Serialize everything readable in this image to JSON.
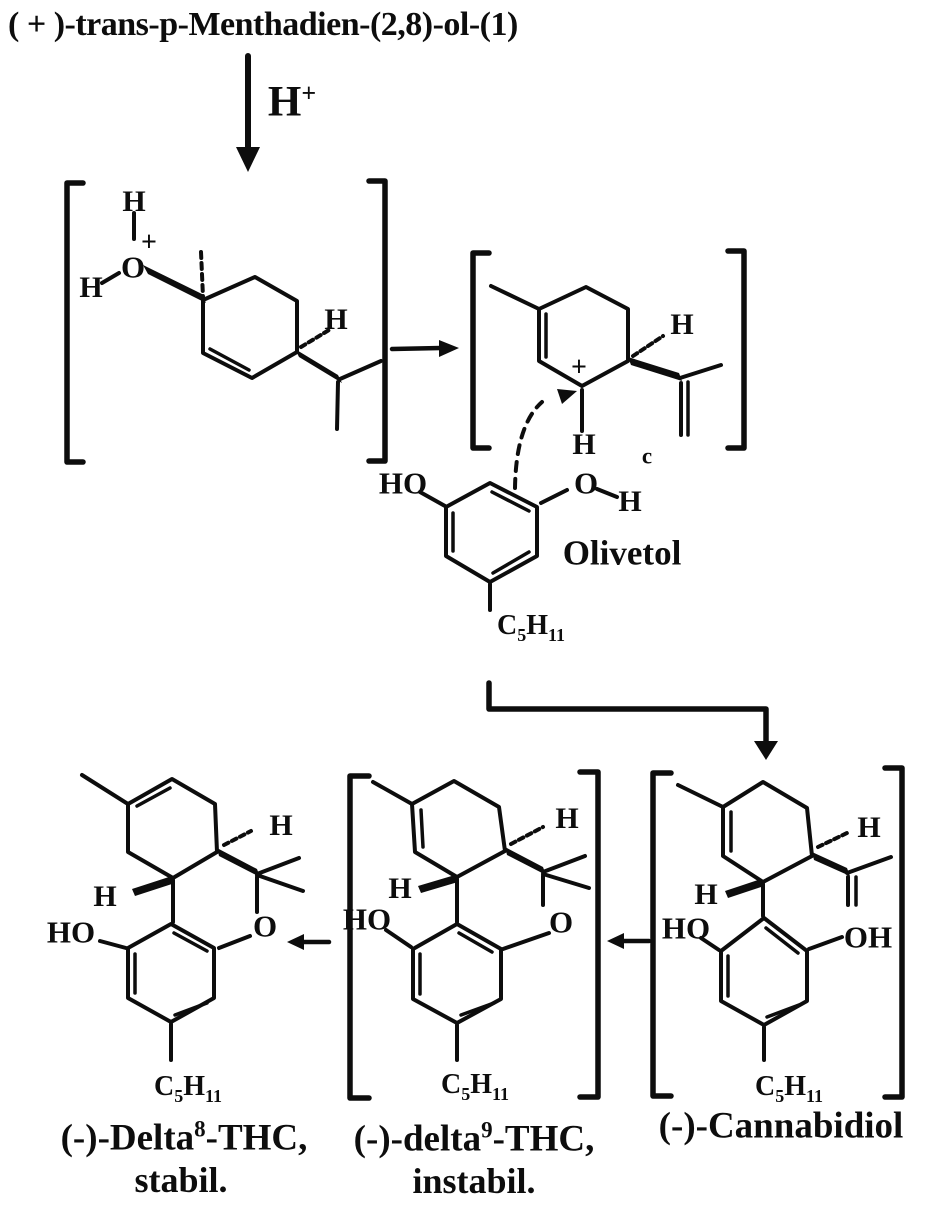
{
  "header": {
    "starting_material": "( + )-trans-p-Menthadien-(2,8)-ol-(1)",
    "reagent_symbol": "H",
    "reagent_charge": "+"
  },
  "atoms": {
    "h": "H",
    "o": "O",
    "ho": "HO",
    "oh": "OH",
    "plus": "+",
    "site_note": "c"
  },
  "formula_c5h11": {
    "c": "C",
    "n5": "5",
    "h": "H",
    "n11": "11"
  },
  "olivetol": {
    "name": "Olivetol"
  },
  "products": {
    "delta8": {
      "prefix": "(-)-Delta",
      "sup": "8",
      "suffix": "-THC,",
      "stability": "stabil."
    },
    "delta9": {
      "prefix": "(-)-delta",
      "sup": "9",
      "suffix": "-THC,",
      "stability": "instabil."
    },
    "cannabidiol": {
      "name": "(-)-Cannabidiol"
    }
  }
}
